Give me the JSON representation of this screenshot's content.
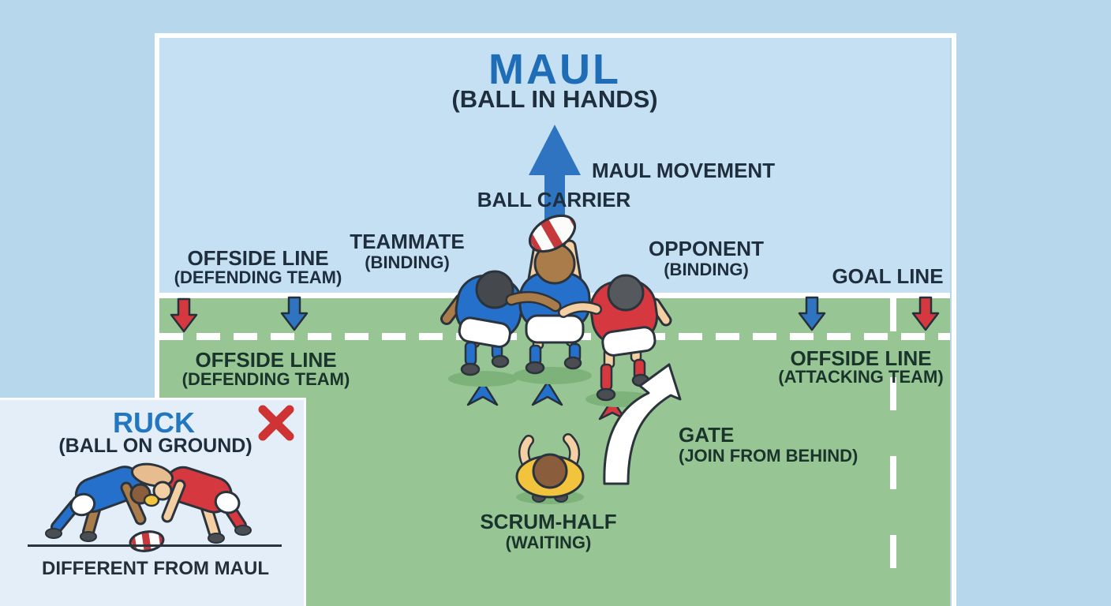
{
  "colors": {
    "background": "#b7d7ed",
    "sky": "#c5e0f3",
    "field_green": "#97c694",
    "accent_blue": "#1e6db6",
    "arrow_blue": "#2e74c0",
    "team_blue": "#2470cb",
    "team_red": "#d5383e",
    "alert_red": "#cf3434",
    "scrum_half_yellow": "#f2c33c",
    "line_white": "#ffffff",
    "dark_text": "#1f2e3d",
    "field_text": "#1a342c"
  },
  "main_diagram": {
    "title": "MAUL",
    "subtitle": "(BALL IN HANDS)",
    "movement_label": "MAUL MOVEMENT",
    "ball_carrier_label": "BALL CARRIER",
    "teammate_label": "TEAMMATE",
    "teammate_sublabel": "(BINDING)",
    "opponent_label": "OPPONENT",
    "opponent_sublabel": "(BINDING)",
    "offside_sky_label": "OFFSIDE LINE",
    "offside_sky_sublabel": "(DEFENDING TEAM)",
    "goal_line_label": "GOAL LINE",
    "offside_defending_label": "OFFSIDE LINE",
    "offside_defending_sublabel": "(DEFENDING TEAM)",
    "offside_attacking_label": "OFFSIDE LINE",
    "offside_attacking_sublabel": "(ATTACKING TEAM)",
    "gate_label": "GATE",
    "gate_sublabel": "(JOIN FROM BEHIND)",
    "scrum_half_label": "SCRUM-HALF",
    "scrum_half_sublabel": "(WAITING)"
  },
  "inset": {
    "title": "RUCK",
    "subtitle": "(BALL ON GROUND)",
    "caption": "DIFFERENT FROM MAUL"
  },
  "icons": {
    "maul_movement_arrow": "large blue up arrow",
    "offside_marker_blue": "small blue down arrow",
    "offside_marker_red": "small red down arrow",
    "direction_triangles": "blue and red chevrons",
    "gate_arrow": "white curved up arrow",
    "not_allowed": "red X"
  }
}
